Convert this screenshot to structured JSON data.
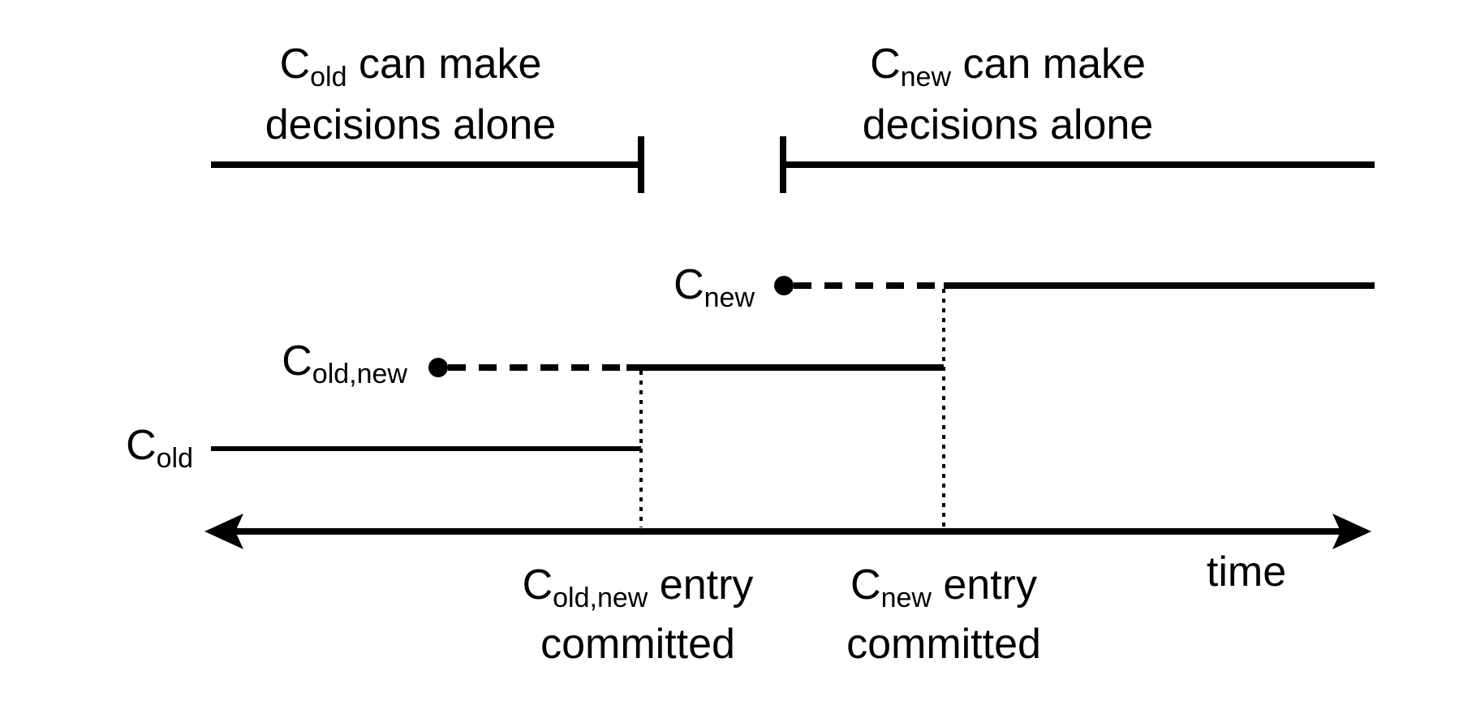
{
  "diagram": {
    "colors": {
      "ink": "#000000",
      "background": "#ffffff"
    },
    "top_labels": {
      "old": {
        "symbol": "C",
        "subscript": "old",
        "line1_rest": " can make",
        "line2": "decisions alone"
      },
      "new": {
        "symbol": "C",
        "subscript": "new",
        "line1_rest": " can make",
        "line2": "decisions alone"
      }
    },
    "configurations": {
      "c_new": {
        "symbol": "C",
        "subscript": "new"
      },
      "c_old_new": {
        "symbol": "C",
        "subscript": "old,new"
      },
      "c_old": {
        "symbol": "C",
        "subscript": "old"
      }
    },
    "events": {
      "old_new_committed": {
        "symbol": "C",
        "subscript": "old,new",
        "line1_rest": " entry",
        "line2": "committed"
      },
      "new_committed": {
        "symbol": "C",
        "subscript": "new",
        "line1_rest": " entry",
        "line2": "committed"
      }
    },
    "axis": {
      "label": "time"
    }
  }
}
